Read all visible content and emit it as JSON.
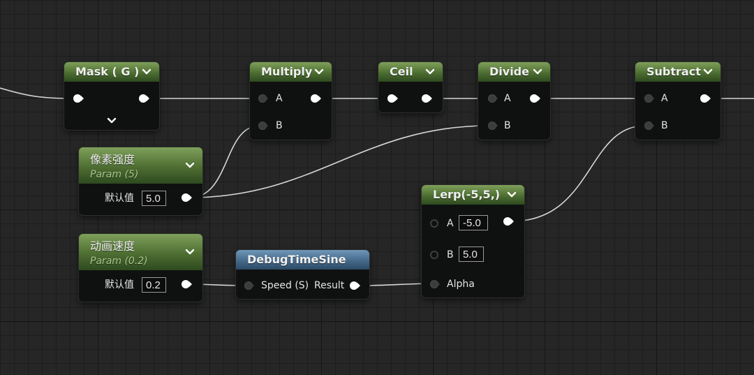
{
  "nodes": {
    "mask": {
      "title": "Mask ( G )"
    },
    "multiply": {
      "title": "Multiply",
      "pin_a": "A",
      "pin_b": "B"
    },
    "ceil": {
      "title": "Ceil"
    },
    "divide": {
      "title": "Divide",
      "pin_a": "A",
      "pin_b": "B"
    },
    "subtract": {
      "title": "Subtract",
      "pin_a": "A",
      "pin_b": "B"
    },
    "pixel_strength": {
      "title": "像素强度",
      "subtitle": "Param (5)",
      "default_label": "默认值",
      "default_value": "5.0"
    },
    "anim_speed": {
      "title": "动画速度",
      "subtitle": "Param (0.2)",
      "default_label": "默认值",
      "default_value": "0.2"
    },
    "debug_time_sine": {
      "title": "DebugTimeSine",
      "input_label": "Speed (S)",
      "output_label": "Result"
    },
    "lerp": {
      "title": "Lerp(-5,5,)",
      "pin_a": "A",
      "value_a": "-5.0",
      "pin_b": "B",
      "value_b": "5.0",
      "pin_alpha": "Alpha"
    }
  },
  "colors": {
    "header_green": "#4d6e32",
    "header_blue": "#46698a",
    "wire": "#d8d8d8",
    "grid_bg": "#262626"
  }
}
